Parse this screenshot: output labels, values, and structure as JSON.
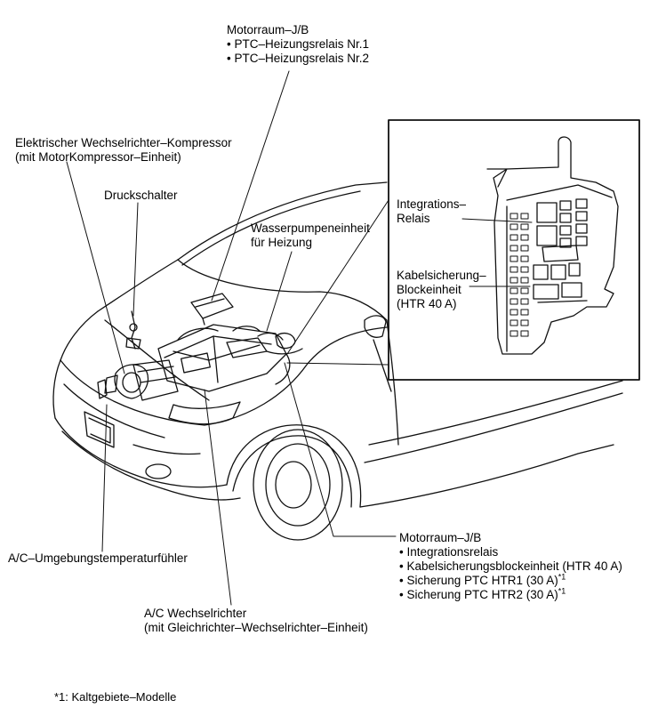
{
  "labels": {
    "jb_top": {
      "title": "Motorraum–J/B",
      "items": [
        "PTC–Heizungsrelais Nr.1",
        "PTC–Heizungsrelais Nr.2"
      ]
    },
    "compressor": [
      "Elektrischer Wechselrichter–Kompressor",
      "(mit MotorKompressor–Einheit)"
    ],
    "pressure_switch": "Druckschalter",
    "water_pump": [
      "Wasserpumpeneinheit",
      "für Heizung"
    ],
    "integration_relay": [
      "Integrations–",
      "Relais"
    ],
    "fuse_block": [
      "Kabelsicherung–",
      "Blockeinheit",
      "(HTR 40 A)"
    ],
    "jb_bottom": {
      "title": "Motorraum–J/B",
      "items": [
        "Integrationsrelais",
        "Kabelsicherungsblockeinheit (HTR 40 A)",
        "Sicherung PTC HTR1 (30 A)",
        "Sicherung PTC HTR2 (30 A)"
      ],
      "footnote_mark": "*1"
    },
    "ambient_sensor": "A/C–Umgebungstemperaturfühler",
    "ac_inverter": [
      "A/C Wechselrichter",
      "(mit Gleichrichter–Wechselrichter–Einheit)"
    ]
  },
  "footnote": "*1: Kaltgebiete–Modelle"
}
